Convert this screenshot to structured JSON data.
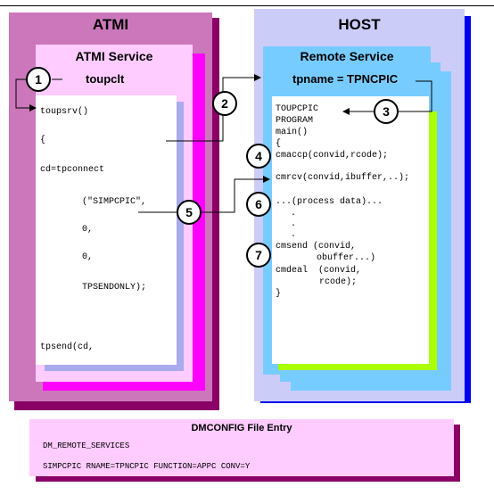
{
  "atmi": {
    "title": "ATMI",
    "service_title": "ATMI Service",
    "func_name": "toupclt",
    "code": [
      "toupsrv()",
      "{",
      "cd=tpconnect",
      "(\"SIMPCPIC\",",
      "0,",
      "0,",
      "TPSENDONLY);",
      "tpsend(cd,"
    ]
  },
  "host": {
    "title": "HOST",
    "service_title": "Remote Service",
    "tpname": "tpname = TPNCPIC",
    "code": [
      "TOUPCPIC",
      "PROGRAM",
      "main()",
      "{",
      "cmaccp(convid,rcode);",
      "cmrcv(convid,ibuffer,..);",
      "...(process data)...",
      ".",
      ".",
      ".",
      "cmsend (convid,",
      "obuffer...)",
      "cmdeal  (convid,",
      "rcode);",
      "}"
    ]
  },
  "steps": [
    "1",
    "2",
    "3",
    "4",
    "5",
    "6",
    "7"
  ],
  "dmconfig": {
    "title": "DMCONFIG File Entry",
    "line1": "DM_REMOTE_SERVICES",
    "line2": "SIMPCPIC RNAME=TPNCPIC FUNCTION=APPC CONV=Y"
  },
  "colors": {
    "atmi_outer": "#cc77bb",
    "atmi_shadow": "#8a0066",
    "atmi_magenta": "#ff00ff",
    "atmi_service": "#ffccff",
    "atmi_lavender": "#aaaaee",
    "host_outer": "#ccccf8",
    "host_shadow": "#0000ee",
    "host_remote": "#77ccff",
    "host_light": "#aaddff",
    "host_green": "#aaff00",
    "dmconfig_bg": "#ffccff",
    "dmconfig_shadow": "#8a0066"
  }
}
